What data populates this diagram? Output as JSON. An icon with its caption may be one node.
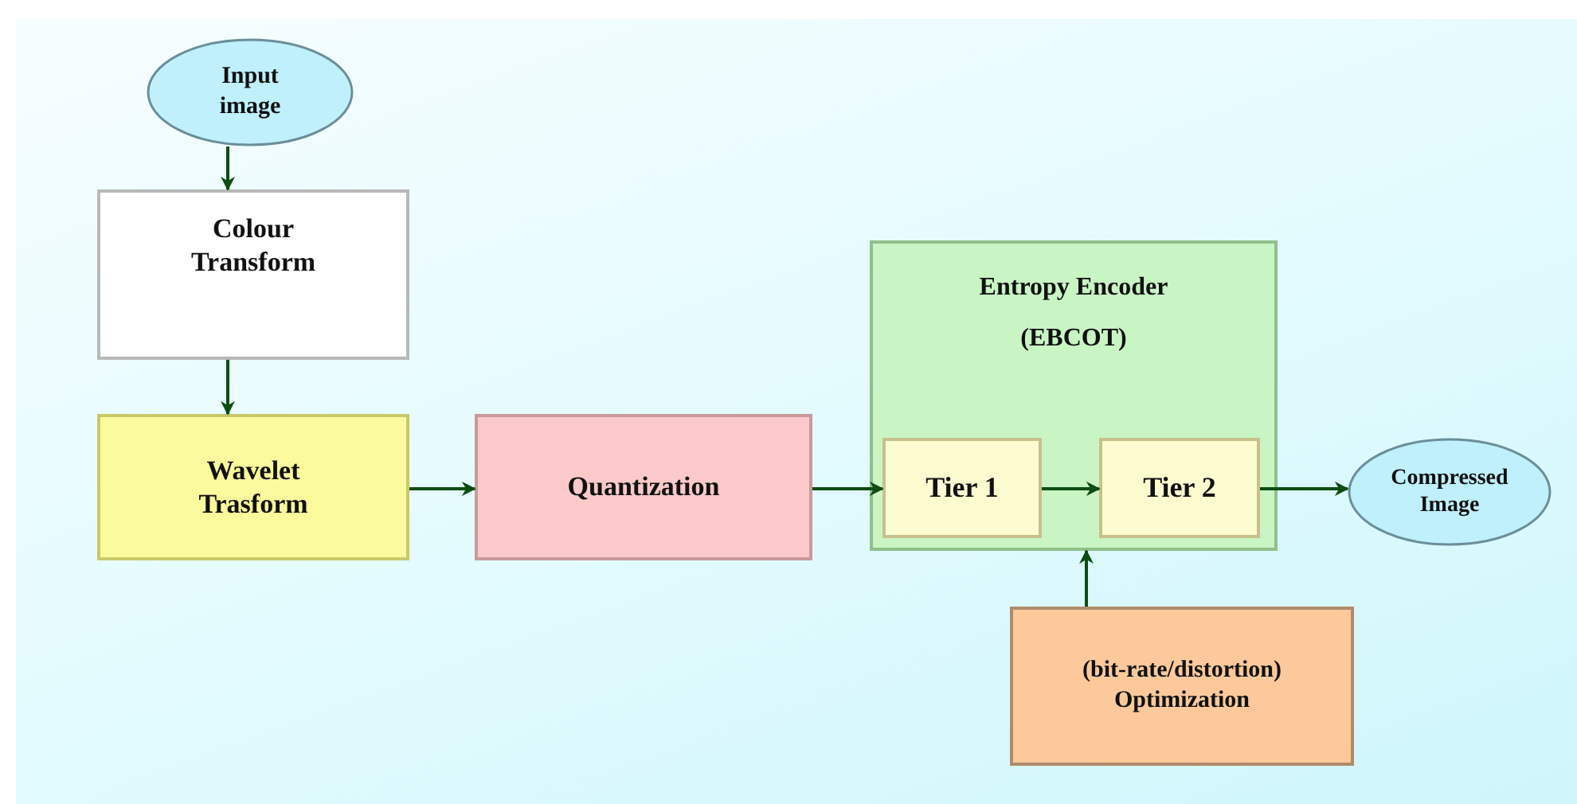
{
  "diagram": {
    "nodes": [
      {
        "text": [
          "Input image"
        ]
      },
      {
        "text": [
          "Colour Transform"
        ]
      },
      {
        "text": [
          "Wavelet Trasform"
        ]
      },
      {
        "text": [
          "Quantization"
        ]
      },
      {
        "text": [
          "Entropy Encoder",
          "(EBCOT)"
        ]
      },
      {
        "text": [
          "Tier 1"
        ],
        "in": 4
      },
      {
        "text": [
          "Tier 2"
        ],
        "in": 4
      },
      {
        "text": [
          "Compressed Image"
        ]
      },
      {
        "text": [
          "(bit-rate/distortion) Optimization"
        ]
      }
    ],
    "edges": [
      {
        "from": 0,
        "to": 1,
        "arrow": "to"
      },
      {
        "from": 1,
        "to": 2,
        "arrow": "to"
      },
      {
        "from": 2,
        "to": 3,
        "arrow": "to"
      },
      {
        "from": 3,
        "to": 5,
        "arrow": "to"
      },
      {
        "from": 5,
        "to": 6,
        "arrow": "to"
      },
      {
        "from": 6,
        "to": 7,
        "arrow": "to"
      },
      {
        "from": 8,
        "to": 4,
        "arrow": "to"
      }
    ]
  }
}
